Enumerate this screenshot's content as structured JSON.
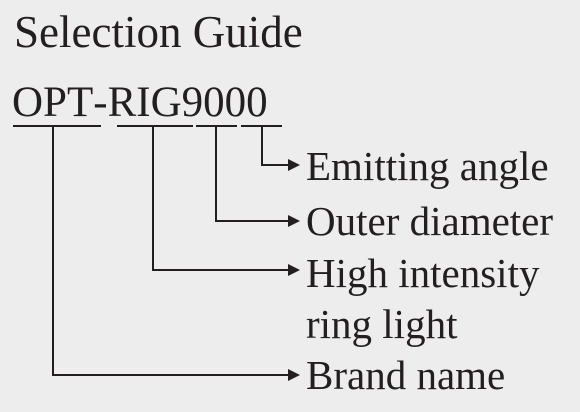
{
  "title": "Selection Guide",
  "model_code": {
    "brand": "OPT",
    "dash": "-",
    "type": "RIG",
    "diameter": "90",
    "angle": "00"
  },
  "labels": {
    "emitting_angle": "Emitting angle",
    "outer_diameter": "Outer diameter",
    "high_intensity_line1": "High intensity",
    "high_intensity_line2": "ring light",
    "brand_name": "Brand name"
  },
  "colors": {
    "background": "#ededed",
    "ink": "#231f20"
  }
}
